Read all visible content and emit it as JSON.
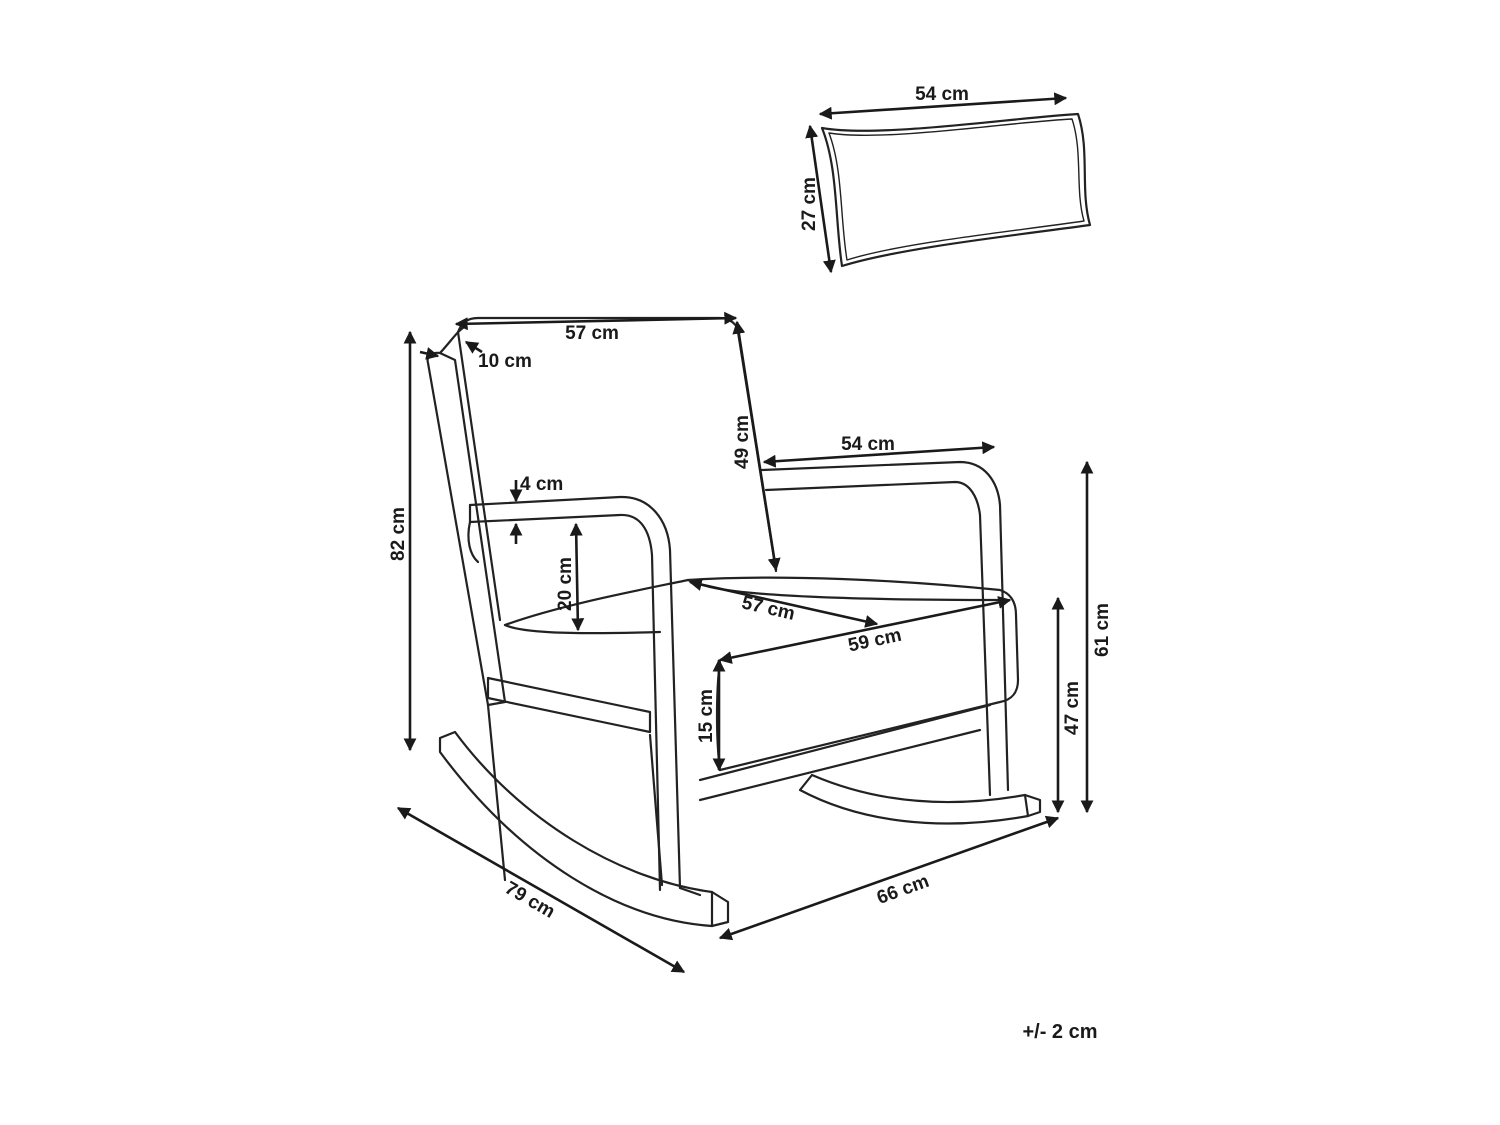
{
  "dimensions": {
    "cushion_width": "54 cm",
    "cushion_height": "27 cm",
    "backrest_width": "57 cm",
    "frame_thickness": "10 cm",
    "backrest_height": "49 cm",
    "armrest_length": "54 cm",
    "armrest_thickness": "4 cm",
    "armrest_height": "20 cm",
    "seat_depth": "57 cm",
    "seat_width": "59 cm",
    "seat_cushion_thickness": "15 cm",
    "total_height": "82 cm",
    "arm_height_floor": "61 cm",
    "seat_height_floor": "47 cm",
    "total_depth": "79 cm",
    "total_width": "66 cm"
  },
  "tolerance": "+/- 2 cm"
}
